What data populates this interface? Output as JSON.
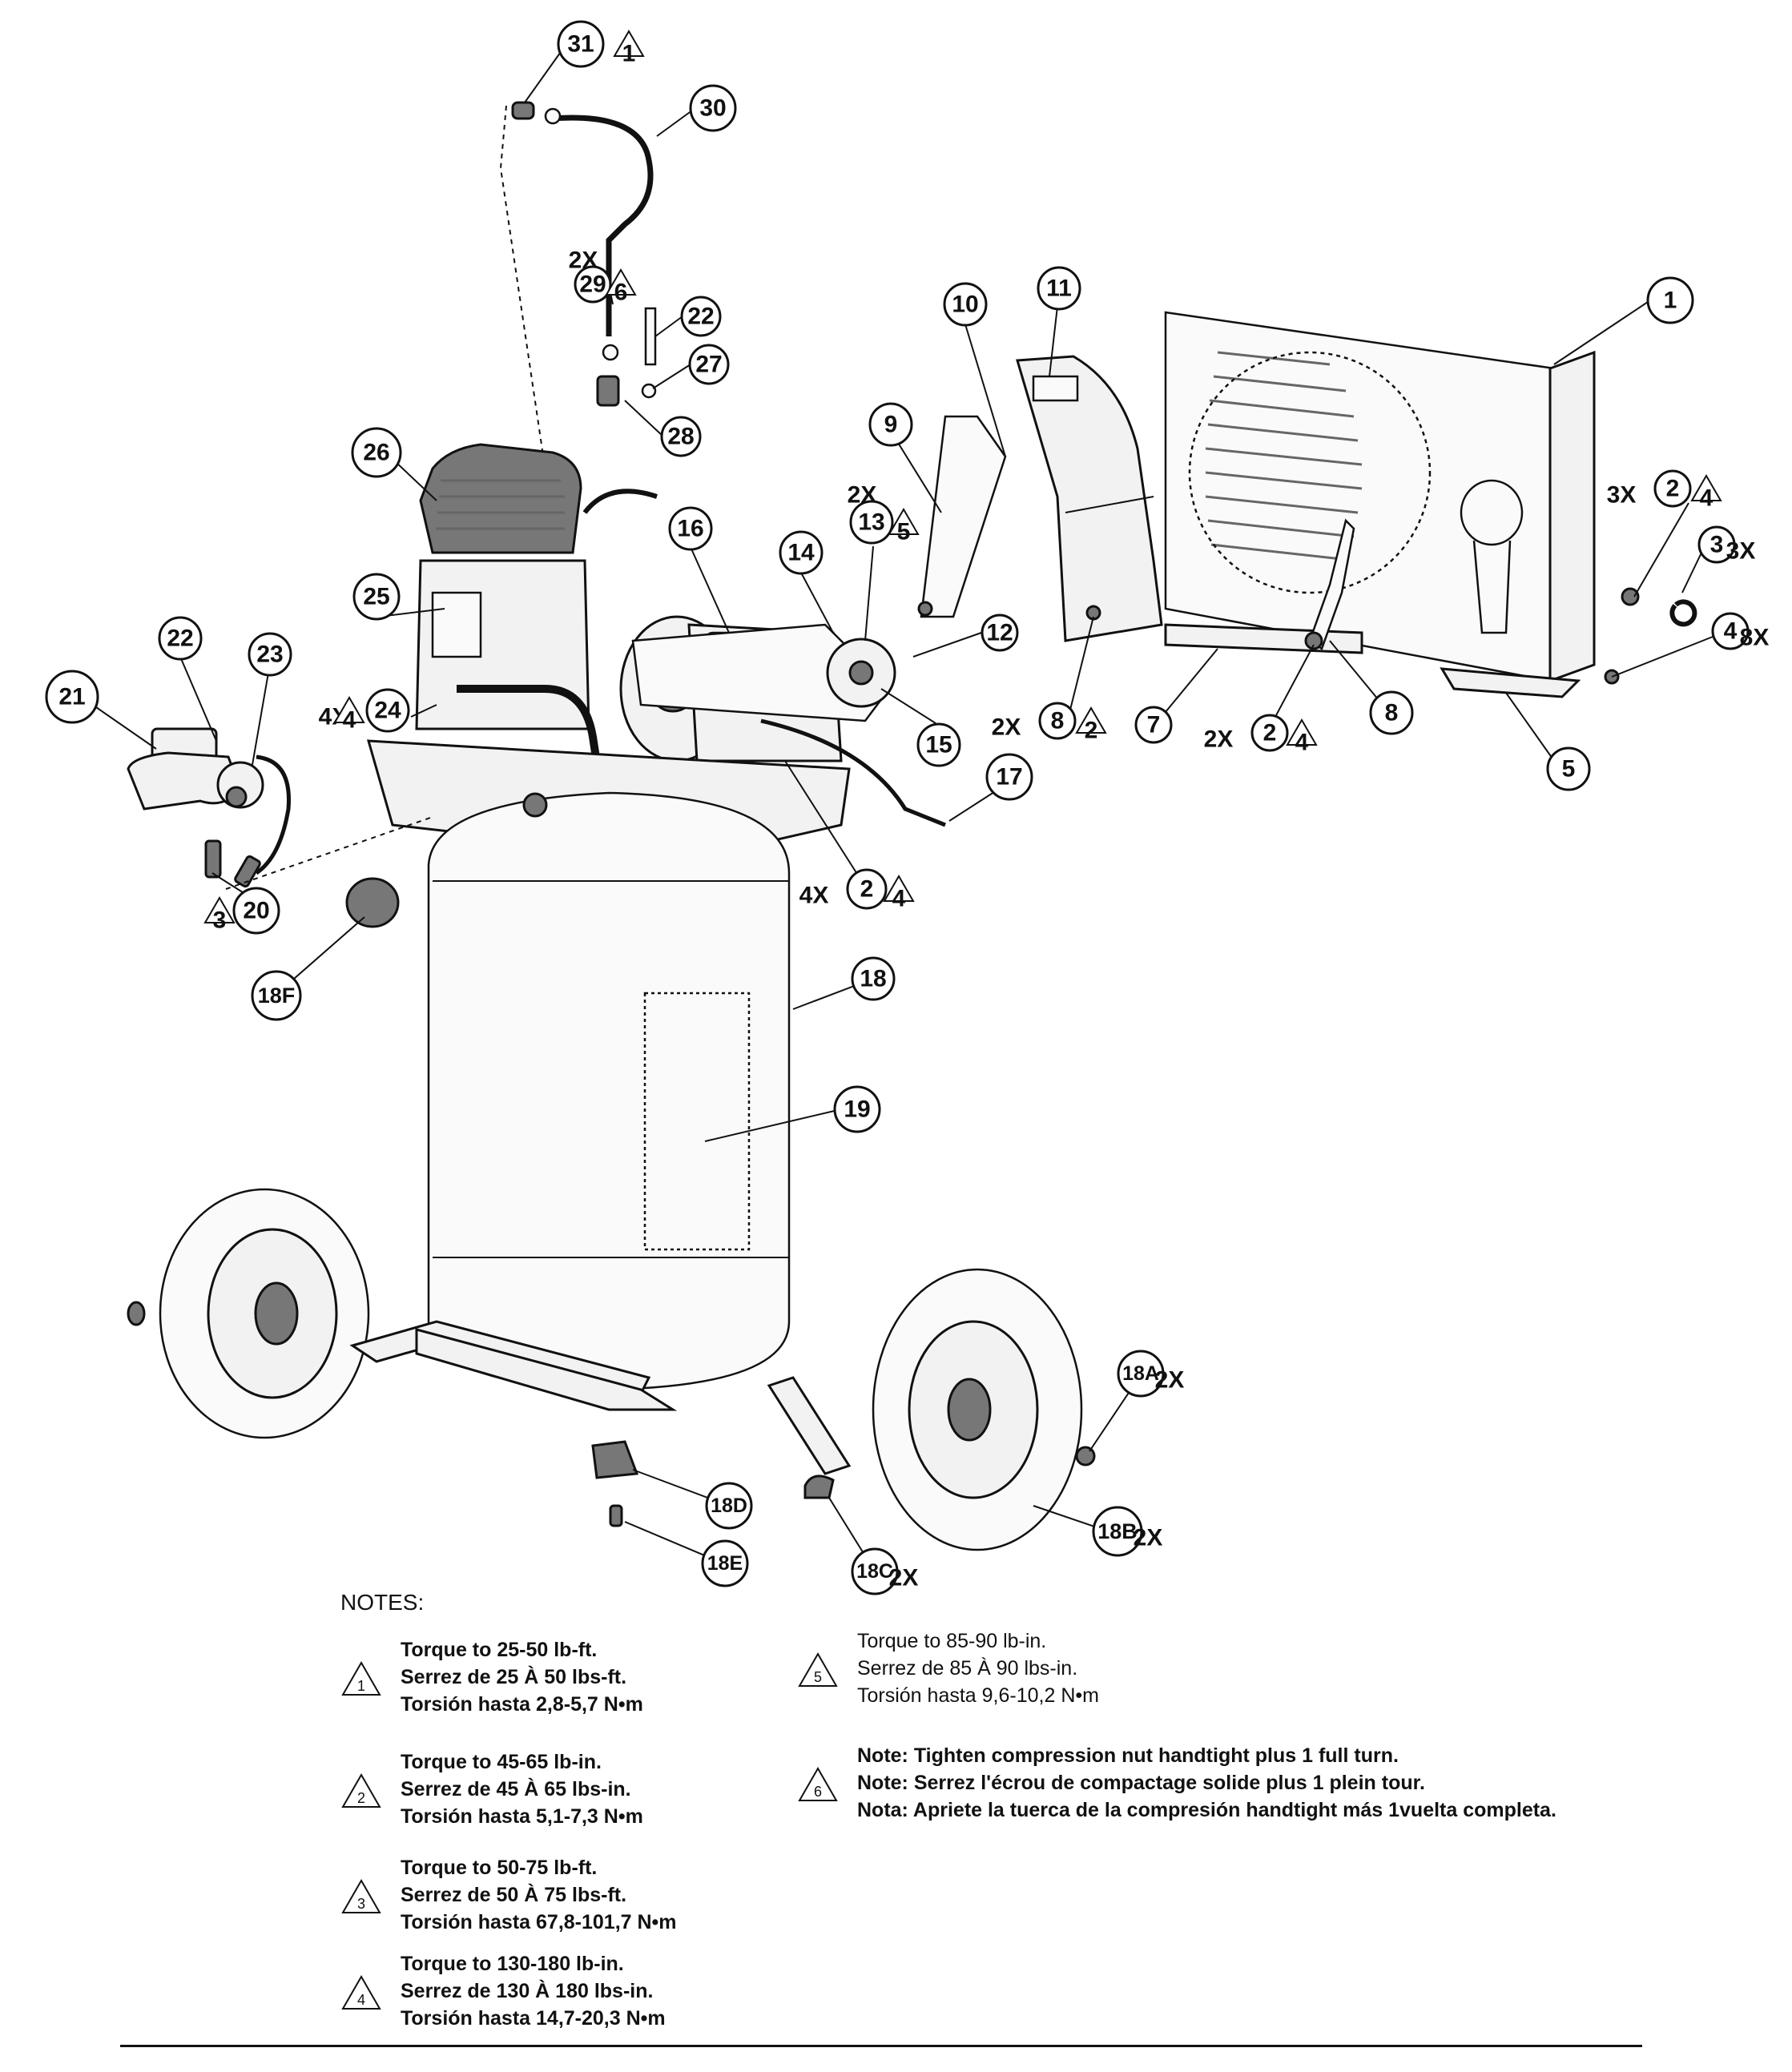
{
  "callouts": [
    {
      "label": "31",
      "qty": "",
      "tri": "1"
    },
    {
      "label": "30",
      "qty": "",
      "tri": ""
    },
    {
      "label": "29",
      "qty": "2X",
      "tri": "6"
    },
    {
      "label": "22",
      "qty": "",
      "tri": ""
    },
    {
      "label": "27",
      "qty": "",
      "tri": ""
    },
    {
      "label": "28",
      "qty": "",
      "tri": ""
    },
    {
      "label": "10",
      "qty": "",
      "tri": ""
    },
    {
      "label": "11",
      "qty": "",
      "tri": ""
    },
    {
      "label": "1",
      "qty": "",
      "tri": ""
    },
    {
      "label": "9",
      "qty": "",
      "tri": ""
    },
    {
      "label": "26",
      "qty": "",
      "tri": ""
    },
    {
      "label": "13",
      "qty": "2X",
      "tri": "5"
    },
    {
      "label": "16",
      "qty": "",
      "tri": ""
    },
    {
      "label": "14",
      "qty": "",
      "tri": ""
    },
    {
      "label": "2",
      "qty": "3X",
      "tri": "4"
    },
    {
      "label": "3",
      "qty": "3X",
      "tri": ""
    },
    {
      "label": "25",
      "qty": "",
      "tri": ""
    },
    {
      "label": "12",
      "qty": "",
      "tri": ""
    },
    {
      "label": "4",
      "qty": "8X",
      "tri": ""
    },
    {
      "label": "22",
      "qty": "",
      "tri": ""
    },
    {
      "label": "23",
      "qty": "",
      "tri": ""
    },
    {
      "label": "21",
      "qty": "",
      "tri": ""
    },
    {
      "label": "24",
      "qty": "4X",
      "tri": "4"
    },
    {
      "label": "15",
      "qty": "",
      "tri": ""
    },
    {
      "label": "8",
      "qty": "2X",
      "tri": "2"
    },
    {
      "label": "7",
      "qty": "",
      "tri": ""
    },
    {
      "label": "2",
      "qty": "2X",
      "tri": "4"
    },
    {
      "label": "8",
      "qty": "",
      "tri": ""
    },
    {
      "label": "5",
      "qty": "",
      "tri": ""
    },
    {
      "label": "17",
      "qty": "",
      "tri": ""
    },
    {
      "label": "2",
      "qty": "4X",
      "tri": "4"
    },
    {
      "label": "20",
      "qty": "",
      "tri": "3"
    },
    {
      "label": "18F",
      "qty": "",
      "tri": ""
    },
    {
      "label": "18",
      "qty": "",
      "tri": ""
    },
    {
      "label": "19",
      "qty": "",
      "tri": ""
    },
    {
      "label": "18A",
      "qty": "2X",
      "tri": ""
    },
    {
      "label": "18D",
      "qty": "",
      "tri": ""
    },
    {
      "label": "18B",
      "qty": "2X",
      "tri": ""
    },
    {
      "label": "18E",
      "qty": "",
      "tri": ""
    },
    {
      "label": "18C",
      "qty": "2X",
      "tri": ""
    }
  ],
  "notes": {
    "heading": "NOTES:",
    "items": [
      {
        "symbol": "1",
        "lines": [
          "Torque to 25-50 lb-ft.",
          "Serrez de 25 À 50 lbs-ft.",
          "Torsión hasta 2,8-5,7 N•m"
        ]
      },
      {
        "symbol": "2",
        "lines": [
          "Torque to 45-65 lb-in.",
          "Serrez de 45 À 65 lbs-in.",
          "Torsión hasta 5,1-7,3 N•m"
        ]
      },
      {
        "symbol": "3",
        "lines": [
          "Torque to 50-75 lb-ft.",
          "Serrez de 50 À 75 lbs-ft.",
          "Torsión hasta 67,8-101,7 N•m"
        ]
      },
      {
        "symbol": "4",
        "lines": [
          "Torque to 130-180 lb-in.",
          "Serrez de 130 À 180 lbs-in.",
          "Torsión hasta 14,7-20,3 N•m"
        ]
      },
      {
        "symbol": "5",
        "lines": [
          "Torque to 85-90 lb-in.",
          "Serrez de 85 À 90 lbs-in.",
          "Torsión hasta 9,6-10,2 N•m"
        ]
      },
      {
        "symbol": "6",
        "lines": [
          {
            "bold": "Note:",
            "rest": " Tighten compression nut handtight plus 1 full turn."
          },
          {
            "bold": "Note:",
            "rest": " Serrez l'écrou de compactage solide plus 1 plein tour."
          },
          {
            "bold": "Nota:",
            "rest": " Apriete la tuerca de la compresión handtight más 1vuelta completa."
          }
        ]
      }
    ]
  }
}
